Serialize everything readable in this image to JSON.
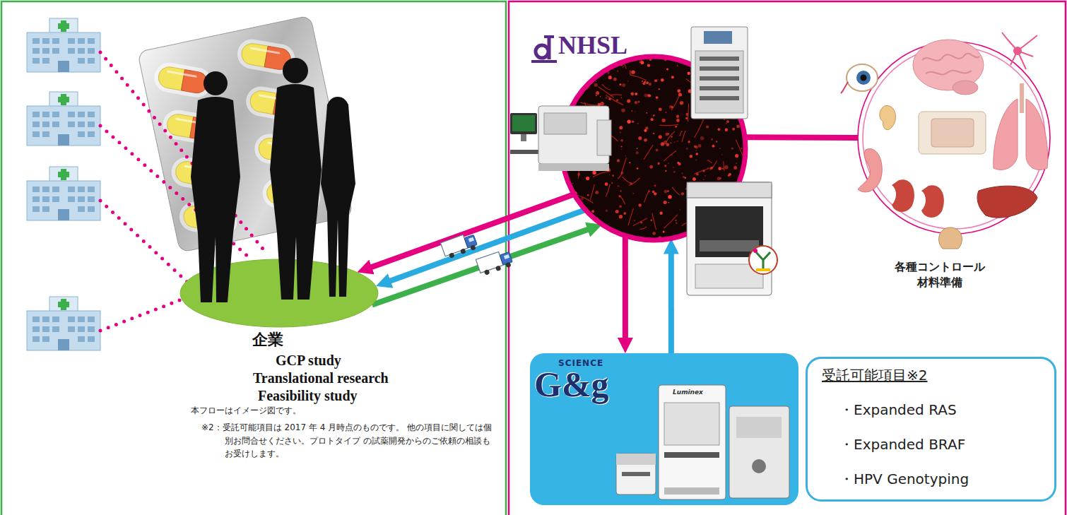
{
  "diagram": {
    "nodes": [
      {
        "text": [
          "企業",
          "GCP study",
          "Translational research",
          "Feasibility study"
        ]
      },
      {
        "text": [
          "NHSL"
        ]
      },
      {
        "text": [
          "各種コントロール 材料準備"
        ]
      },
      {
        "text": [
          "SCIENCE",
          "G&g"
        ]
      },
      {
        "text": [
          "受託可能項目※2",
          "・Expanded RAS",
          "・Expanded BRAF",
          "・HPV Genotyping"
        ]
      }
    ],
    "edges": [
      {
        "from": 1,
        "to": 0,
        "arrow": "to"
      },
      {
        "from": 1,
        "to": 0,
        "arrow": "to"
      },
      {
        "from": 0,
        "to": 1,
        "arrow": "to"
      },
      {
        "from": 1,
        "to": 3,
        "arrow": "to"
      },
      {
        "from": 3,
        "to": 1,
        "arrow": "to"
      },
      {
        "from": 1,
        "to": 2,
        "arrow": "none"
      }
    ],
    "labels": [
      "本フローはイメージ図です。",
      "※2：受託可能項目は 2017 年 4 月時点のものです。 他の項目に関しては個別お問合せください。プロトタイプ の試薬開発からのご依頼の相談もお受けします。",
      "Luminex"
    ]
  }
}
